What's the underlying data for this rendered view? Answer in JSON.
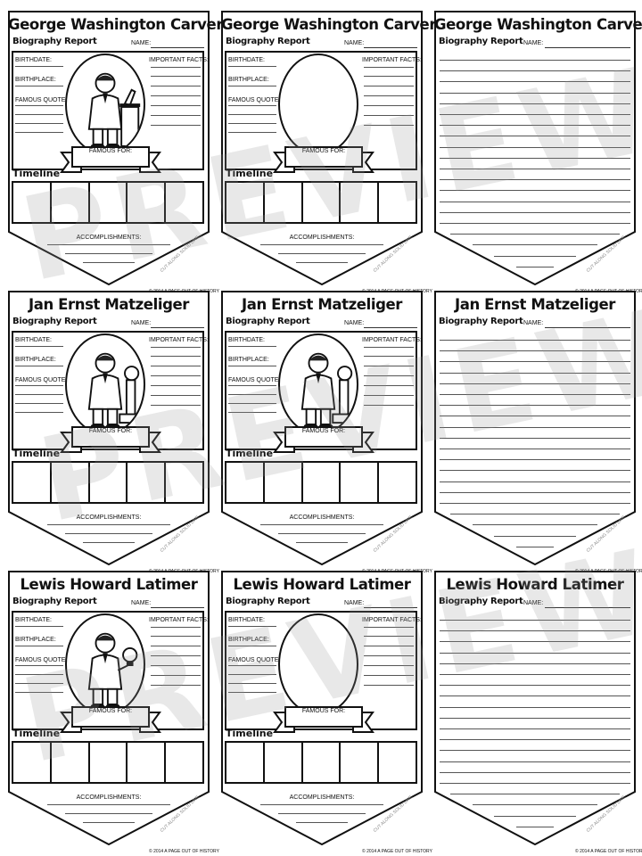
{
  "watermark": "PREVIEW",
  "labels": {
    "subtitle": "Biography Report",
    "name": "NAME:",
    "birthdate": "BIRTHDATE:",
    "birthplace": "BIRTHPLACE:",
    "quote": "FAMOUS QUOTE:",
    "facts": "IMPORTANT FACTS:",
    "famous": "FAMOUS FOR:",
    "timeline": "Timeline",
    "accomplishments": "ACCOMPLISHMENTS:",
    "cut": "CUT ALONG SOLID LINE",
    "copyright": "© 2014 A PAGE OUT OF HISTORY"
  },
  "rows": [
    {
      "name": "George Washington Carver",
      "figure": "scientist-with-microscope-icon"
    },
    {
      "name": "Jan Ernst Matzeliger",
      "figure": "inventor-with-shoe-machine-icon"
    },
    {
      "name": "Lewis Howard Latimer",
      "figure": "inventor-with-light-bulb-icon"
    }
  ],
  "cards": [
    {
      "row": 0,
      "variant": "illustrated"
    },
    {
      "row": 0,
      "variant": "blank-oval"
    },
    {
      "row": 0,
      "variant": "lined"
    },
    {
      "row": 1,
      "variant": "illustrated"
    },
    {
      "row": 1,
      "variant": "illustrated"
    },
    {
      "row": 1,
      "variant": "lined"
    },
    {
      "row": 2,
      "variant": "illustrated"
    },
    {
      "row": 2,
      "variant": "blank-oval"
    },
    {
      "row": 2,
      "variant": "lined"
    }
  ]
}
